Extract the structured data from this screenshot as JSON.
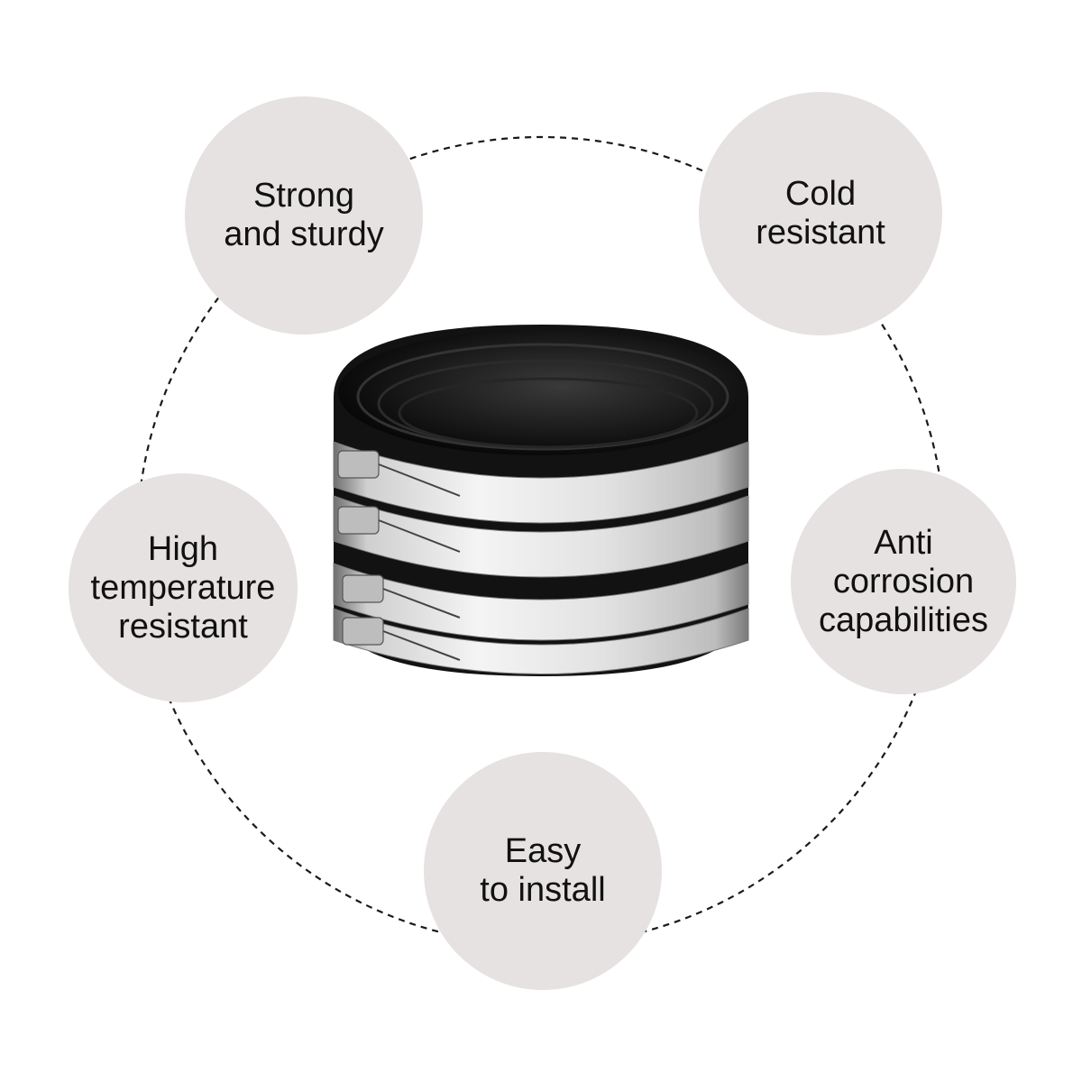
{
  "colors": {
    "bubble_fill": "#e6e2e1",
    "text": "#111111",
    "dashed_ring": "#1a1a1a",
    "rubber": "#141414",
    "steel": "#d9d9d9",
    "steel_shadow": "#8c8c8c"
  },
  "product": {
    "name": "no-hub-coupling-stack-illustration",
    "band_count": 4
  },
  "features": {
    "strong": "Strong\nand sturdy",
    "cold": "Cold\nresistant",
    "high_temp": "High\ntemperature\nresistant",
    "anti_corrosion": "Anti\ncorrosion\ncapabilities",
    "easy_install": "Easy\nto install"
  }
}
